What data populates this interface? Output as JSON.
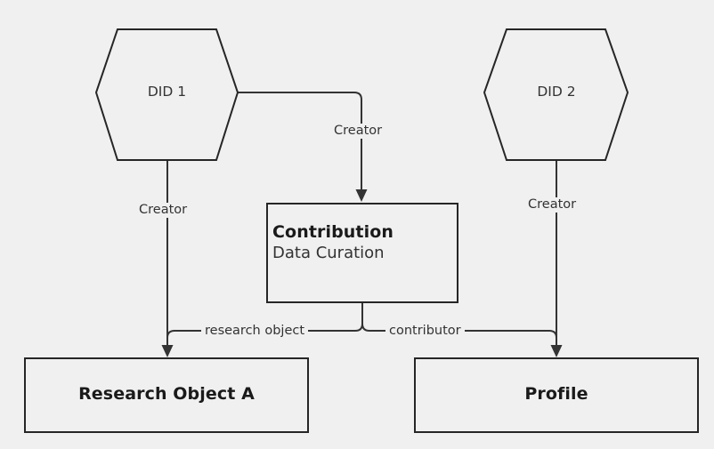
{
  "diagram": {
    "background_color": "#f0f0f0",
    "stroke_color": "#333333",
    "node_border_color": "#262626",
    "text_color": "#1a1a1a",
    "label_color": "#333333",
    "nodes": [
      {
        "id": "did1",
        "shape": "hexagon",
        "label": "DID 1"
      },
      {
        "id": "did2",
        "shape": "hexagon",
        "label": "DID 2"
      },
      {
        "id": "contribution",
        "shape": "rectangle",
        "title": "Contribution",
        "subtitle": "Data Curation"
      },
      {
        "id": "research_object_a",
        "shape": "rectangle",
        "title": "Research Object A"
      },
      {
        "id": "profile",
        "shape": "rectangle",
        "title": "Profile"
      }
    ],
    "edges": [
      {
        "id": "did1-contribution",
        "from": "did1",
        "to": "contribution",
        "label": "Creator"
      },
      {
        "id": "did1-research-object",
        "from": "did1",
        "to": "research_object_a",
        "label": "Creator"
      },
      {
        "id": "did2-profile",
        "from": "did2",
        "to": "profile",
        "label": "Creator"
      },
      {
        "id": "contribution-research-object",
        "from": "contribution",
        "to": "research_object_a",
        "label": "research object"
      },
      {
        "id": "contribution-profile",
        "from": "contribution",
        "to": "profile",
        "label": "contributor"
      }
    ]
  }
}
